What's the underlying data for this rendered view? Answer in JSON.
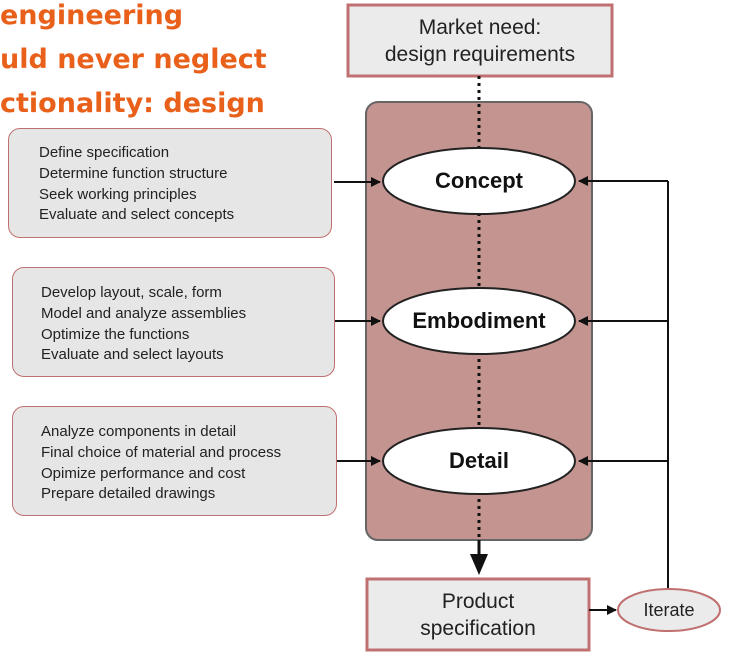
{
  "heading_lines": [
    "engineering",
    "uld never neglect",
    "ctionality: design"
  ],
  "colors": {
    "heading": "#e9601a",
    "column_fill": "#c49490",
    "box_border": "#c07070",
    "box_fill": "#e6e6e6"
  },
  "top_box": {
    "lines": [
      "Market need:",
      "design requirements"
    ]
  },
  "stages": [
    {
      "name": "Concept",
      "tasks": [
        "Define specification",
        "Determine function structure",
        "Seek working principles",
        "Evaluate and select concepts"
      ]
    },
    {
      "name": "Embodiment",
      "tasks": [
        "Develop layout, scale, form",
        "Model and analyze assemblies",
        "Optimize the functions",
        "Evaluate and select layouts"
      ]
    },
    {
      "name": "Detail",
      "tasks": [
        "Analyze components in detail",
        "Final choice of material and process",
        "Opimize performance and cost",
        "Prepare detailed drawings"
      ]
    }
  ],
  "bottom_box": {
    "lines": [
      "Product",
      "specification"
    ]
  },
  "iterate_label": "Iterate"
}
